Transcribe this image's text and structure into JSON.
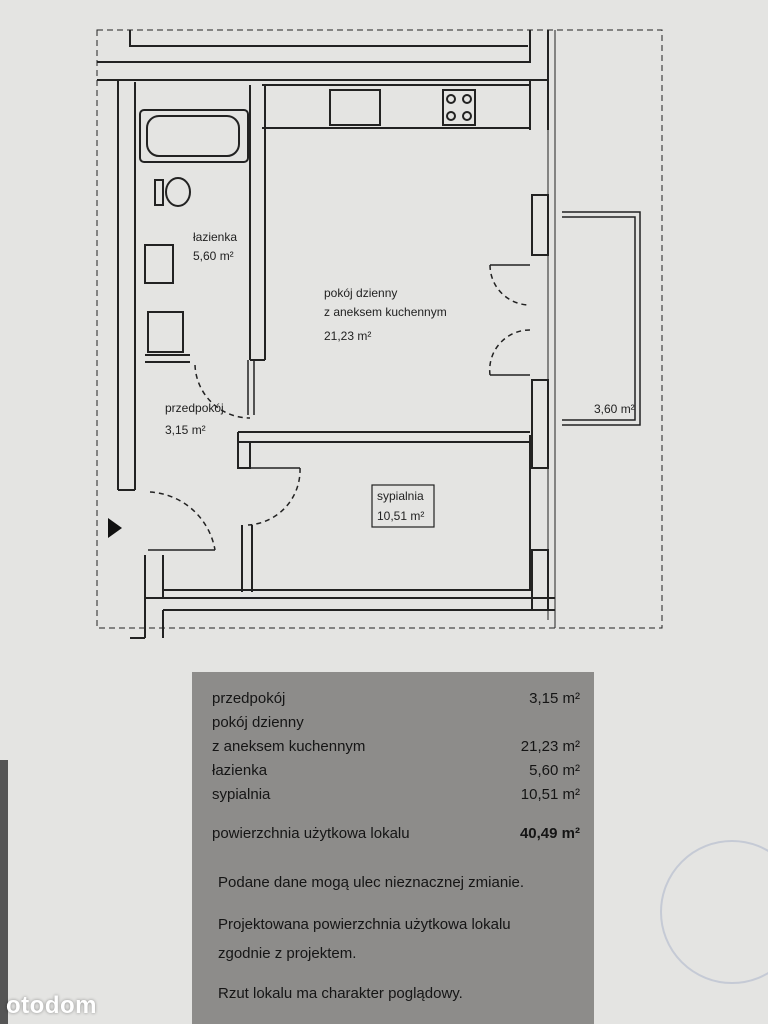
{
  "plan": {
    "rooms": {
      "bathroom": {
        "name": "łazienka",
        "area": "5,60 m²"
      },
      "living": {
        "name_line1": "pokój dzienny",
        "name_line2": "z aneksem kuchennym",
        "area": "21,23 m²"
      },
      "hall": {
        "name": "przedpokój",
        "area": "3,15 m²"
      },
      "bedroom": {
        "name": "sypialnia",
        "area": "10,51 m²"
      },
      "balcony": {
        "area": "3,60 m²"
      }
    },
    "entrance_marker": "entrance-arrow-icon"
  },
  "legend": {
    "rows": [
      {
        "label": "przedpokój",
        "value": "3,15 m²"
      },
      {
        "label": "pokój dzienny",
        "value": ""
      },
      {
        "label": "z aneksem kuchennym",
        "value": "21,23 m²"
      },
      {
        "label": "łazienka",
        "value": "5,60 m²"
      },
      {
        "label": "sypialnia",
        "value": "10,51 m²"
      }
    ],
    "total": {
      "label": "powierzchnia użytkowa lokalu",
      "value": "40,49 m²"
    },
    "notes": [
      "Podane dane mogą ulec nieznacznej zmianie.",
      "Projektowana powierzchnia użytkowa lokalu",
      "zgodnie z projektem.",
      "Rzut lokalu ma charakter poglądowy."
    ]
  },
  "watermark": "otodom"
}
